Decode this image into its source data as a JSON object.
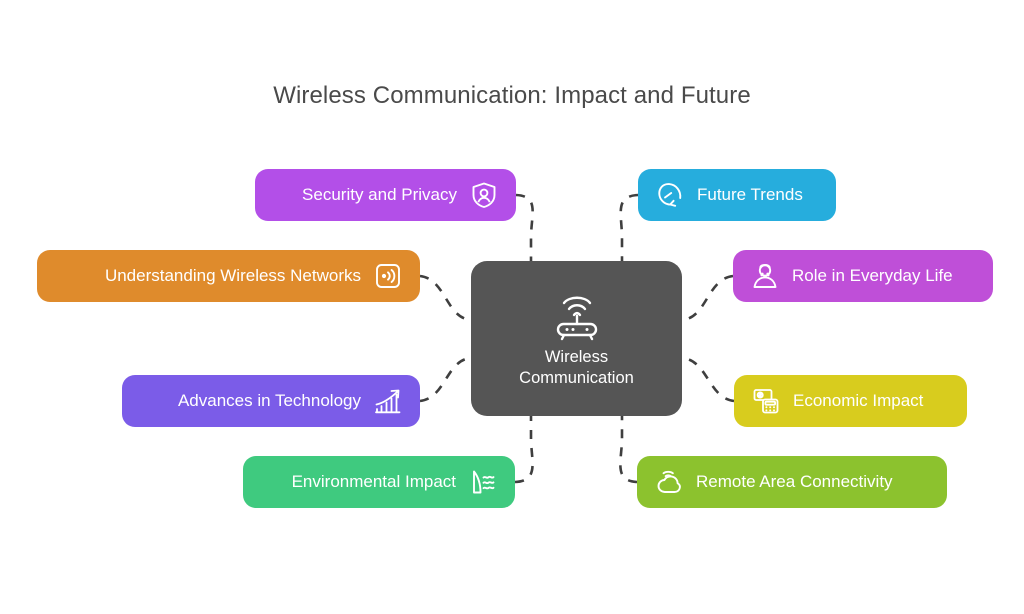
{
  "diagram": {
    "title": "Wireless Communication: Impact and Future",
    "background_color": "#ffffff",
    "connector_color": "#3f3f3f",
    "connector_style": "dashed-curved"
  },
  "center": {
    "label": "Wireless\nCommunication",
    "color": "#555555",
    "icon": "wifi-router-icon"
  },
  "branches": {
    "left": [
      {
        "label": "Security and Privacy",
        "color": "#b34fe8",
        "icon": "shield-user-icon"
      },
      {
        "label": "Understanding Wireless Networks",
        "color": "#df8b2c",
        "icon": "broadcast-signal-icon"
      },
      {
        "label": "Advances in Technology",
        "color": "#7b5ce8",
        "icon": "growth-chart-icon"
      },
      {
        "label": "Environmental Impact",
        "color": "#3fca7f",
        "icon": "leaf-waves-icon"
      }
    ],
    "right": [
      {
        "label": "Future Trends",
        "color": "#26addd",
        "icon": "gauge-icon"
      },
      {
        "label": "Role in Everyday Life",
        "color": "#bf4fd8",
        "icon": "person-icon"
      },
      {
        "label": "Economic Impact",
        "color": "#d8cc1e",
        "icon": "money-calculator-icon"
      },
      {
        "label": "Remote Area Connectivity",
        "color": "#8cc22e",
        "icon": "cloud-signal-icon"
      }
    ]
  }
}
